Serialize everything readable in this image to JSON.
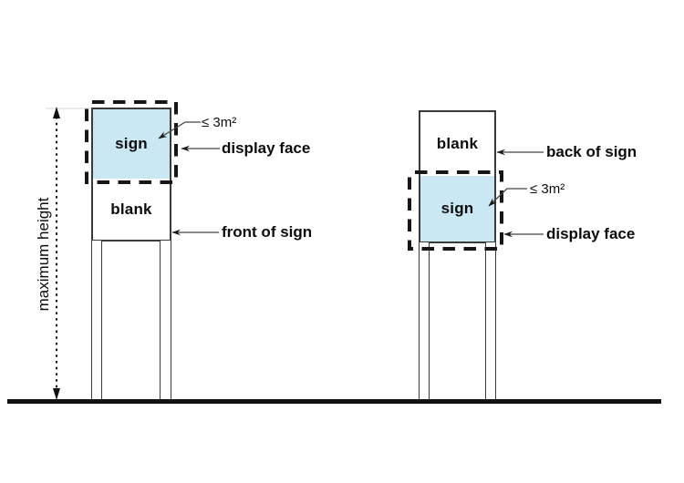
{
  "colors": {
    "sign_fill": "#c9e8f3",
    "outline": "#3a3a3a",
    "dashed_border": "#161616",
    "ground_line": "#111111",
    "leader_line": "#444444"
  },
  "dimension": {
    "max_height_label": "maximum height"
  },
  "left_structure": {
    "sign_label": "sign",
    "blank_label": "blank",
    "area_limit_label": "≤ 3m²",
    "display_face_label": "display face",
    "front_of_sign_label": "front of sign"
  },
  "right_structure": {
    "blank_label": "blank",
    "sign_label": "sign",
    "area_limit_label": "≤ 3m²",
    "back_of_sign_label": "back of sign",
    "display_face_label": "display face"
  }
}
